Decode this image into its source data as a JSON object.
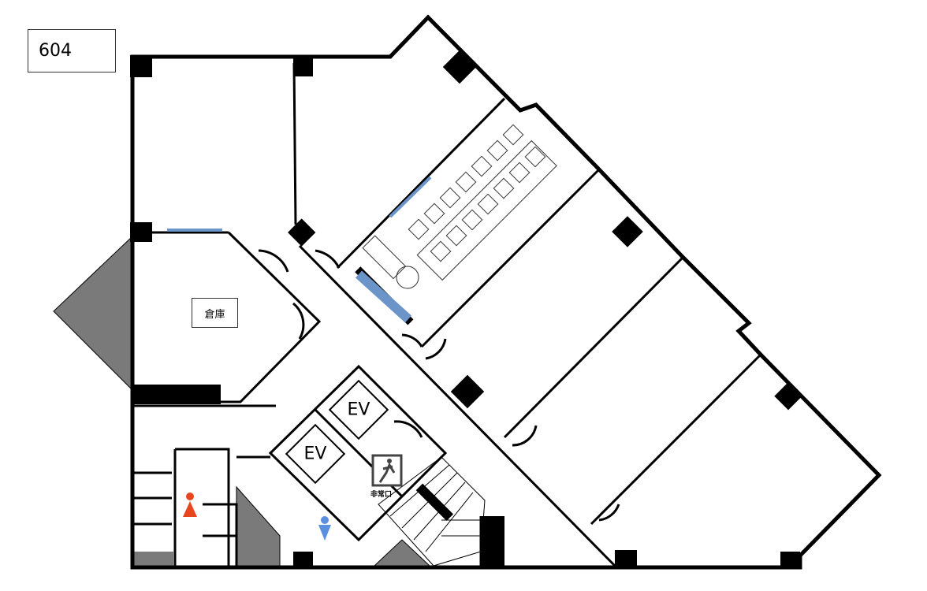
{
  "floor": {
    "number": "604"
  },
  "rooms": {
    "storage_label": "倉庫"
  },
  "elevators": [
    {
      "label": "EV"
    },
    {
      "label": "EV"
    }
  ],
  "emergency_exit": {
    "label": "非常口",
    "icon": "emergency-exit-icon"
  },
  "restrooms": {
    "female_icon": "female-restroom-icon",
    "male_icon": "male-restroom-icon",
    "female_color": "#e8461e",
    "male_color": "#5b8fe0"
  },
  "colors": {
    "wall": "#000000",
    "window": "#6b95c9",
    "shaft": "#7a7a7a"
  }
}
